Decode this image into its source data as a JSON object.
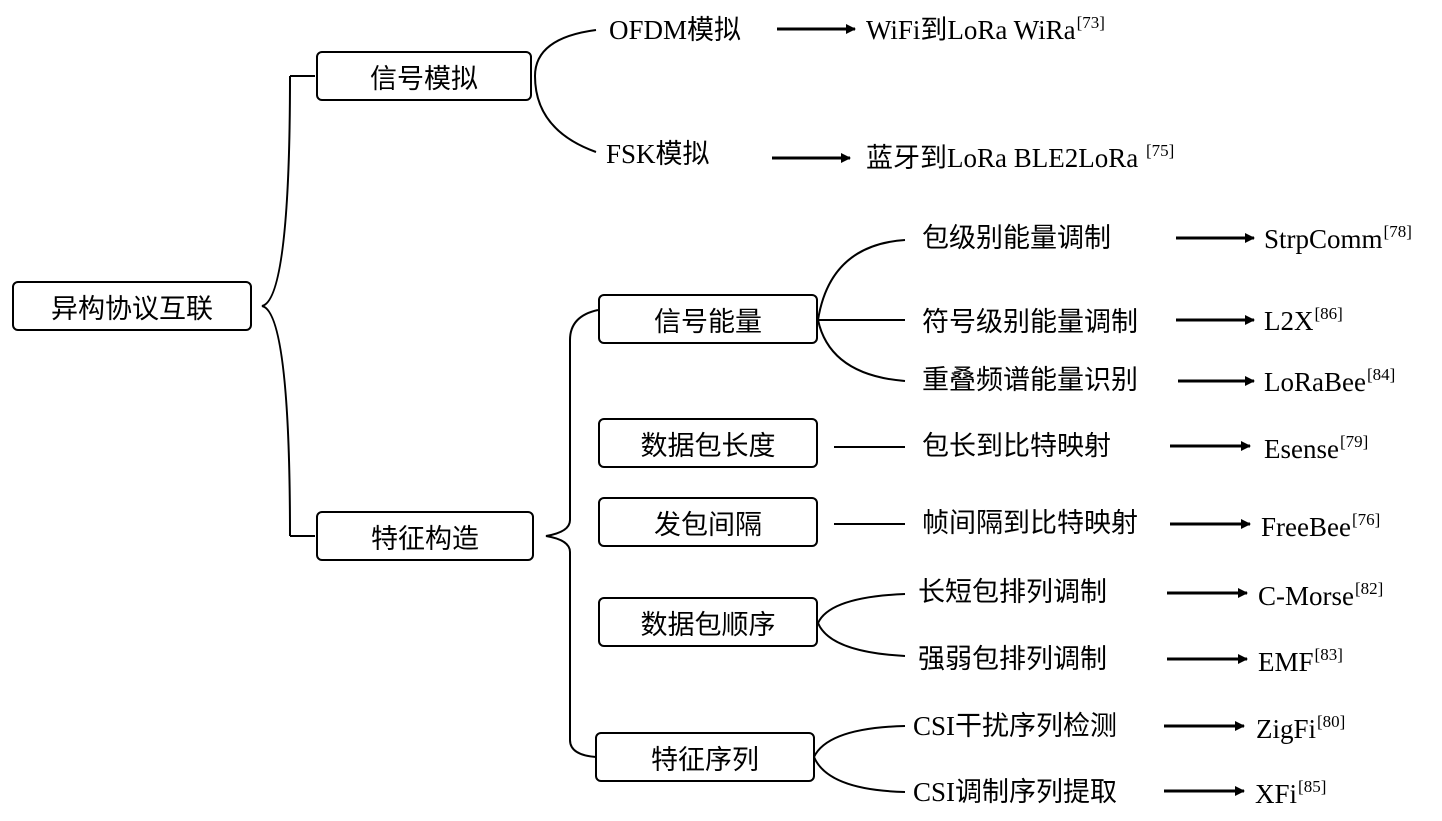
{
  "root": {
    "label": "异构协议互联"
  },
  "level1": [
    {
      "label": "信号模拟"
    },
    {
      "label": "特征构造"
    }
  ],
  "signal_sim": [
    {
      "method_prefix": "OFDM",
      "method_suffix": "模拟",
      "system": "WiFi到LoRa WiRa",
      "ref": "[73]"
    },
    {
      "method_prefix": "FSK",
      "method_suffix": "模拟",
      "system": "蓝牙到LoRa BLE2LoRa ",
      "ref": "[75]"
    }
  ],
  "features": [
    {
      "label": "信号能量"
    },
    {
      "label": "数据包长度"
    },
    {
      "label": "发包间隔"
    },
    {
      "label": "数据包顺序"
    },
    {
      "label": "特征序列"
    }
  ],
  "methods": [
    {
      "label": "包级别能量调制",
      "system": "StrpComm",
      "ref": "[78]"
    },
    {
      "label": "符号级别能量调制",
      "system": "L2X",
      "ref": "[86]"
    },
    {
      "label": "重叠频谱能量识别",
      "system": "LoRaBee",
      "ref": "[84]"
    },
    {
      "label": "包长到比特映射",
      "system": "Esense",
      "ref": "[79]"
    },
    {
      "label": "帧间隔到比特映射",
      "system": "FreeBee",
      "ref": "[76]"
    },
    {
      "label": "长短包排列调制",
      "system": "C-Morse",
      "ref": "[82]"
    },
    {
      "label": "强弱包排列调制",
      "system": "EMF",
      "ref": "[83]"
    },
    {
      "label_prefix": "CSI",
      "label_suffix": "干扰序列检测",
      "system": "ZigFi",
      "ref": "[80]"
    },
    {
      "label_prefix": "CSI",
      "label_suffix": "调制序列提取",
      "system": "XFi",
      "ref": "[85]"
    }
  ],
  "colors": {
    "line": "#000000",
    "text": "#000000",
    "background": "#ffffff"
  }
}
